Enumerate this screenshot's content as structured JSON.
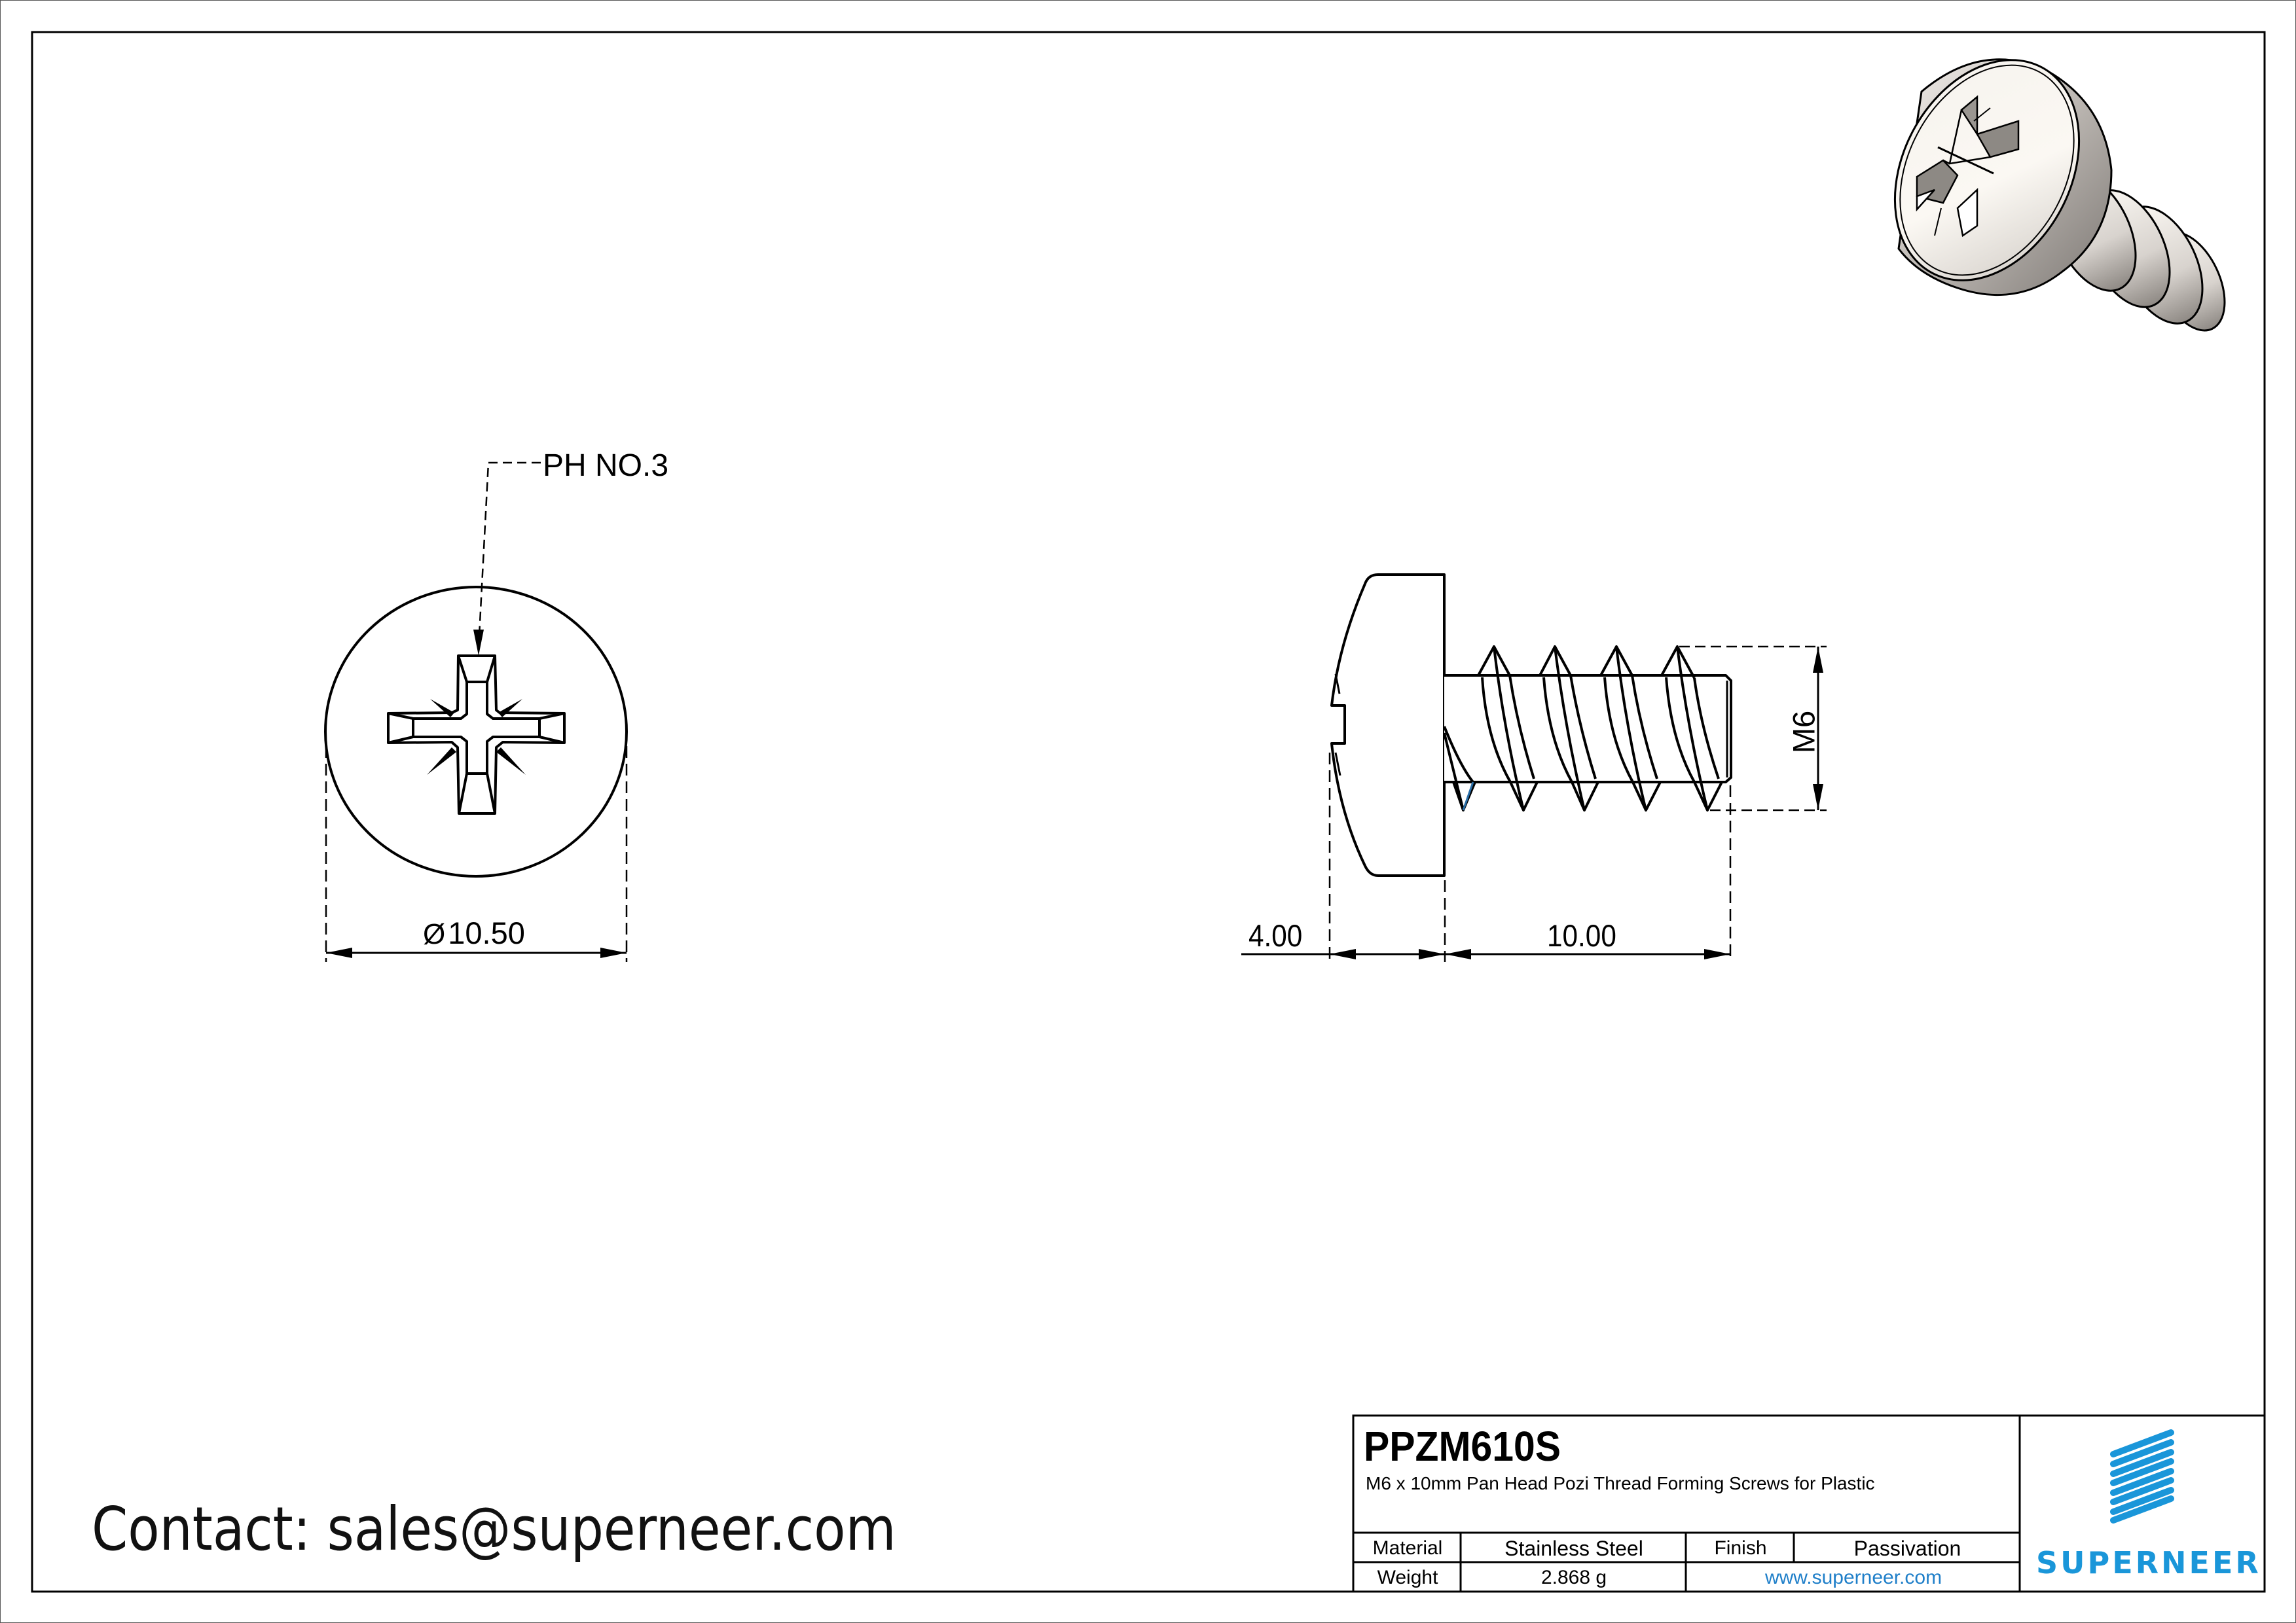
{
  "drawing": {
    "front_view": {
      "leader_label": "PH NO.3",
      "diameter_symbol": "Ø",
      "diameter_value": "10.50"
    },
    "side_view": {
      "head_height": "4.00",
      "length": "10.00",
      "thread_size": "M6"
    }
  },
  "contact": {
    "text": "Contact: sales@superneer.com"
  },
  "title_block": {
    "part_number": "PPZM610S",
    "description": "M6 x 10mm Pan Head Pozi Thread Forming Screws for Plastic",
    "material_label": "Material",
    "material_value": "Stainless Steel",
    "finish_label": "Finish",
    "finish_value": "Passivation",
    "weight_label": "Weight",
    "weight_value": "2.868 g",
    "website": "www.superneer.com",
    "logo_text": "SUPERNEER"
  },
  "colors": {
    "line": "#000000",
    "brand_blue": "#1a96d9",
    "link_blue": "#1f7fc9"
  }
}
